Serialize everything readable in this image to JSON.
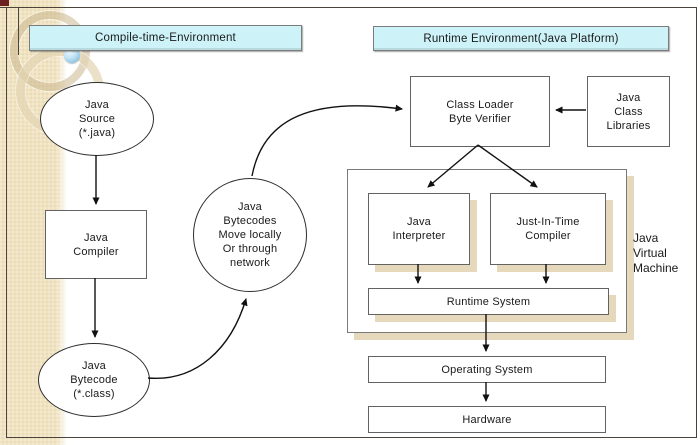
{
  "slide": {
    "headers": {
      "compile_time": "Compile-time-Environment",
      "runtime": "Runtime Environment(Java Platform)"
    },
    "nodes": {
      "java_source": "Java\nSource\n(*.java)",
      "java_compiler": "Java\nCompiler",
      "java_bytecode": "Java\nBytecode\n(*.class)",
      "bytecodes_move": "Java\nBytecodes\nMove locally\nOr through\nnetwork",
      "class_loader": "Class Loader\nByte Verifier",
      "class_libraries": "Java\nClass\nLibraries",
      "java_interpreter": "Java\nInterpreter",
      "jit_compiler": "Just-In-Time\nCompiler",
      "runtime_system": "Runtime System",
      "jvm_label": "Java\nVirtual\nMachine",
      "operating_system": "Operating System",
      "hardware": "Hardware"
    },
    "edges": [
      {
        "from": "java-source",
        "to": "java-compiler"
      },
      {
        "from": "java-compiler",
        "to": "java-bytecode"
      },
      {
        "from": "java-bytecode",
        "to": "bytecodes-move"
      },
      {
        "from": "bytecodes-move",
        "to": "class-loader"
      },
      {
        "from": "class-libraries",
        "to": "class-loader"
      },
      {
        "from": "class-loader",
        "to": "java-interpreter"
      },
      {
        "from": "class-loader",
        "to": "jit-compiler"
      },
      {
        "from": "java-interpreter",
        "to": "runtime-system"
      },
      {
        "from": "jit-compiler",
        "to": "runtime-system"
      },
      {
        "from": "runtime-system",
        "to": "operating-system"
      },
      {
        "from": "operating-system",
        "to": "hardware"
      }
    ],
    "colors": {
      "header_fill": "#cdf3f9",
      "stripe": "#ecdcb4",
      "box_shadow": "#e5d8bb",
      "corner_accent": "#6e2020",
      "frame_line": "#4b4239"
    }
  }
}
